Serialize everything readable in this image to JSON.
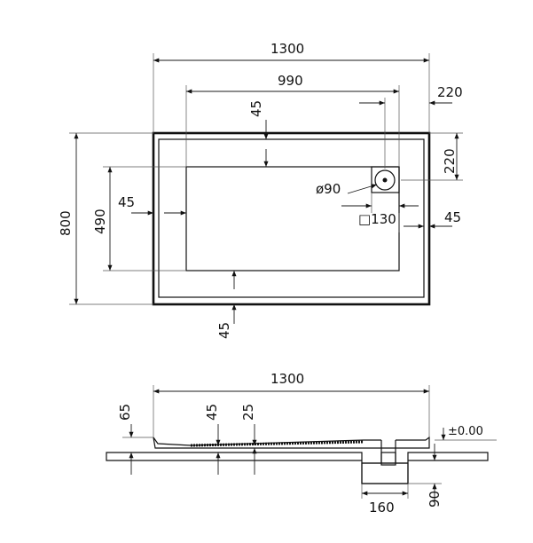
{
  "plan": {
    "width_total": "1300",
    "width_inner": "990",
    "height_total": "800",
    "height_inner": "490",
    "rim_top": "45",
    "rim_left": "45",
    "rim_bottom": "45",
    "rim_right": "45",
    "drain_offset_x": "220",
    "drain_offset_y": "220",
    "drain_diameter": "ø90",
    "drain_square": "□130"
  },
  "section": {
    "width_total": "1300",
    "height_65": "65",
    "height_45": "45",
    "height_25": "25",
    "level": "±0.00",
    "drain_width": "160",
    "drain_depth": "90"
  }
}
